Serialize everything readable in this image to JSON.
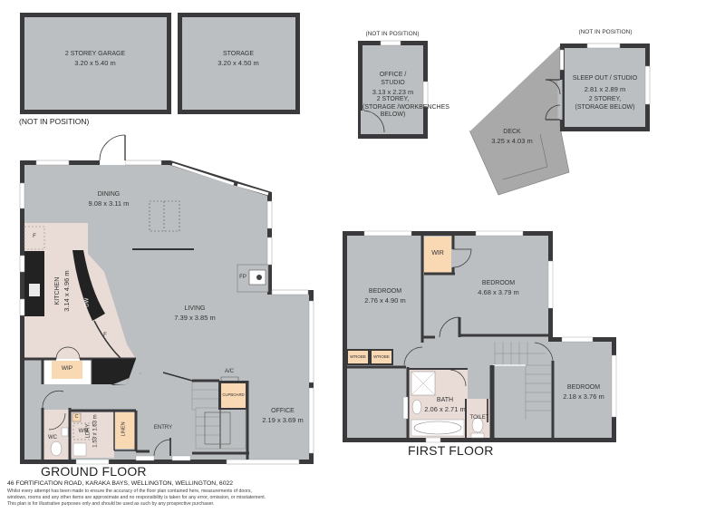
{
  "colors": {
    "floor": "#bcbfc1",
    "wall": "#3a3a3c",
    "wet_area": "#e9dcd6",
    "storage": "#f8d9b4",
    "deck": "#a9a9a9",
    "window": "#ffffff"
  },
  "outbuildings": {
    "garage": {
      "name": "2 STOREY GARAGE",
      "size": "3.20 x 5.40 m"
    },
    "storage": {
      "name": "STORAGE",
      "size": "3.20 x 4.50 m"
    },
    "garage_note": "(NOT IN POSITION)",
    "office_studio": {
      "note": "(NOT IN POSITION)",
      "name_line1": "OFFICE /",
      "name_line2": "STUDIO",
      "size": "3.13 x 2.23 m",
      "sub1": "2 STOREY,",
      "sub2": "(STORAGE /WORKBENCHES",
      "sub3": "BELOW)"
    },
    "sleep_out": {
      "note": "(NOT IN POSITION)",
      "name": "SLEEP OUT / STUDIO",
      "size": "2.81 x 2.89 m",
      "sub1": "2 STOREY,",
      "sub2": "(STORAGE BELOW)"
    },
    "deck": {
      "name": "DECK",
      "size": "3.25 x 4.03 m"
    }
  },
  "ground_floor": {
    "title": "GROUND FLOOR",
    "rooms": {
      "dining": {
        "name": "DINING",
        "size": "9.08 x 3.11 m"
      },
      "kitchen": {
        "name": "KITCHEN",
        "size": "3.14 x 4.96 m"
      },
      "living": {
        "name": "LIVING",
        "size": "7.39 x 3.85 m"
      },
      "office": {
        "name": "OFFICE",
        "size": "2.19 x 3.69 m"
      },
      "laundry": {
        "name": "LDRY",
        "size": "1.53 x 1.63 m"
      },
      "wip": "WIP",
      "wc": "WC",
      "wm": "WM",
      "c": "C",
      "linen": "LINEN",
      "entry": "ENTRY",
      "cupboard": "CUPBOARD",
      "ac": "A/C",
      "fp": "FP",
      "dw": "DW",
      "fridge": "F",
      "fridge2": "F"
    }
  },
  "first_floor": {
    "title": "FIRST FLOOR",
    "rooms": {
      "bedroom1": {
        "name": "BEDROOM",
        "size": "2.76 x 4.90 m"
      },
      "bedroom2": {
        "name": "BEDROOM",
        "size": "4.68 x 3.79 m"
      },
      "bedroom3": {
        "name": "BEDROOM",
        "size": "2.18 x 3.76 m"
      },
      "bath": {
        "name": "BATH",
        "size": "2.06 x 2.71 m"
      },
      "toilet": "TOILET",
      "wir": "WIR",
      "wrobe1": "W'ROBE",
      "wrobe2": "W'ROBE"
    }
  },
  "footer": {
    "address": "46 FORTIFICATION ROAD, KARAKA BAYS, WELLINGTON, WELLINGTON, 6022",
    "disclaimer_line1": "Whilst every attempt has been made to ensure the accuracy of the floor plan contained here, measurements of doors,",
    "disclaimer_line2": "windows, rooms and any other items are approximate and no responsibility is taken for any error, omission, or misstatement.",
    "disclaimer_line3": "This plan is for illustrative purposes only and should be used as such by any prospective purchaser."
  }
}
